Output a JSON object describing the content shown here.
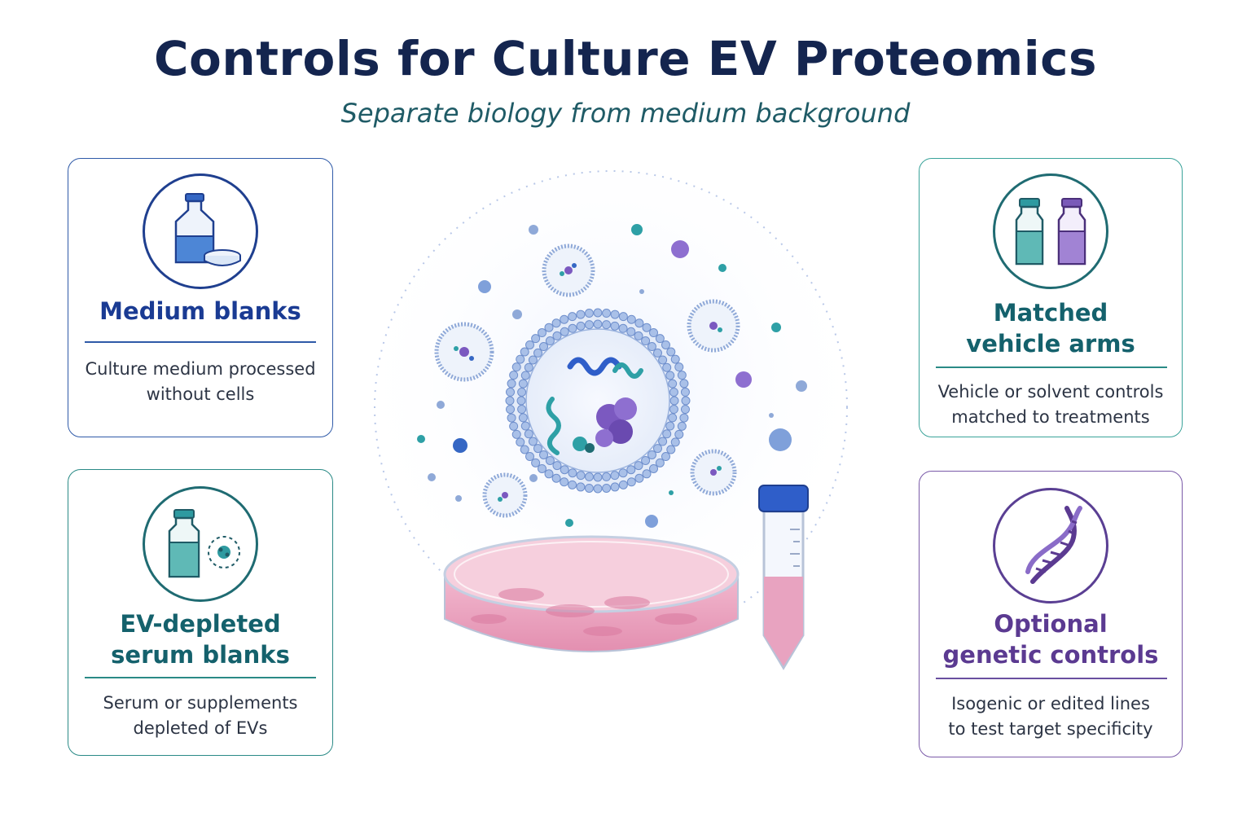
{
  "header": {
    "title": "Controls for Culture EV Proteomics",
    "subtitle": "Separate biology from medium background"
  },
  "cards": {
    "medium_blanks": {
      "label_lines": [
        "Medium blanks"
      ],
      "desc_lines": [
        "Culture medium processed",
        "without cells"
      ],
      "icon": "medium-bottle-and-dish-icon"
    },
    "ev_depleted": {
      "label_lines": [
        "EV-depleted",
        "serum blanks"
      ],
      "desc_lines": [
        "Serum or supplements",
        "depleted of EVs"
      ],
      "icon": "serum-vial-and-depleted-ev-icon"
    },
    "vehicle_arms": {
      "label_lines": [
        "Matched",
        "vehicle arms"
      ],
      "desc_lines": [
        "Vehicle or solvent controls",
        "matched to treatments"
      ],
      "icon": "paired-vials-icon"
    },
    "genetic_controls": {
      "label_lines": [
        "Optional",
        "genetic controls"
      ],
      "desc_lines": [
        "Isogenic or edited lines",
        "to test target specificity"
      ],
      "icon": "dna-helix-icon"
    }
  },
  "center": {
    "icons": [
      "extracellular-vesicle-illustration",
      "petri-dish-icon",
      "centrifuge-tube-icon"
    ]
  },
  "colors": {
    "title": "#14254f",
    "subtitle": "#1f5b66",
    "blue": "#1a3b93",
    "teal": "#14616c",
    "purple": "#5b3a91",
    "dish_pink": "#e9a6bf"
  }
}
